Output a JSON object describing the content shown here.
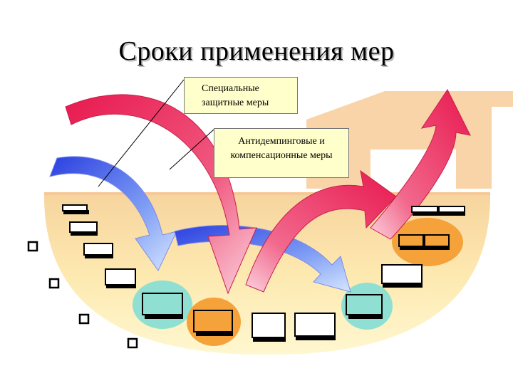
{
  "slide": {
    "title": "Сроки применения мер",
    "labels": {
      "special_line1": "Специальные",
      "special_line2": "защитные меры",
      "anti_line1": "Антидемпинговые и",
      "anti_line2": "компенсационные меры"
    }
  },
  "colors": {
    "bowl_fill": "#fde6a6",
    "bowl_edge": "#f3c283",
    "house_fill": "#f7c997",
    "red_arrow": "#ec2c5c",
    "red_arrow_light": "#f7b7c8",
    "blue_arrow": "#4e66e8",
    "blue_arrow_light": "#b9d2ff",
    "teal_circle": "#8fe0d2",
    "orange_circle": "#f6a23a",
    "label_bg": "#ffffcc"
  }
}
